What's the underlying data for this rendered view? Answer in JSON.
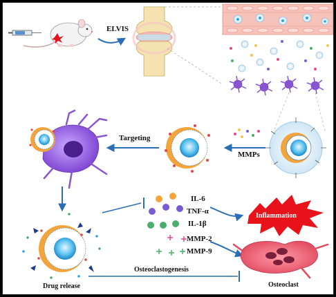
{
  "labels": {
    "elvis": "ELVIS",
    "targeting": "Targeting",
    "mmps": "MMPs",
    "il6": "IL-6",
    "tnf": "TNF-α",
    "il1b": "IL-1β",
    "mmp2": "MMP-2",
    "mmp9": "MMP-9",
    "inflammation": "Inflammation",
    "osteoclastogenesis": "Osteoclastogenesis",
    "osteoclast": "Osteoclast",
    "drug_release": "Drug release"
  },
  "colors": {
    "arrow": "#2a6fb5",
    "inflammation_burst": "#e8121a",
    "vessel": "#f2b8b0",
    "cell_purple": "#8a55d0",
    "nanoparticle_core": "#2aa6e0",
    "shell_orange": "#f3a43a"
  }
}
